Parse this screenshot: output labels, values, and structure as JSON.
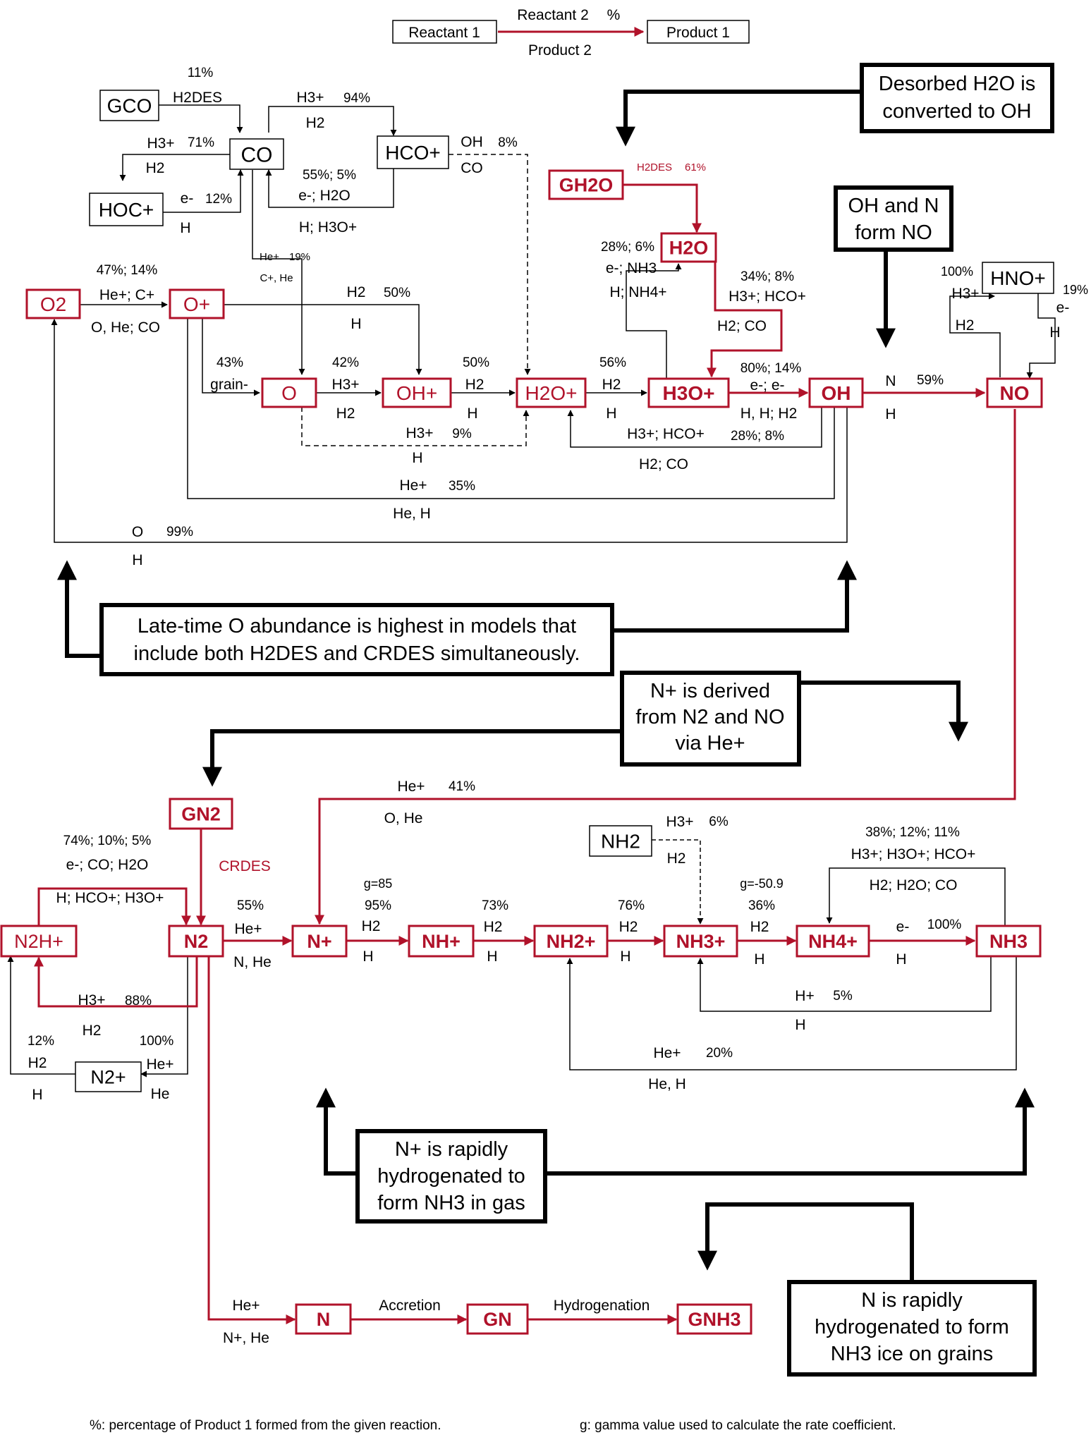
{
  "colors": {
    "red": "#b0122a",
    "black": "#000000",
    "white": "#ffffff"
  },
  "legend": {
    "reactant1": "Reactant 1",
    "reactant2": "Reactant 2",
    "percent": "%",
    "product1": "Product 1",
    "product2": "Product 2"
  },
  "species": {
    "GCO": "GCO",
    "CO": "CO",
    "HCO+": "HCO+",
    "HOC+": "HOC+",
    "O2": "O2",
    "O+": "O+",
    "O": "O",
    "OH+": "OH+",
    "H2O+": "H2O+",
    "H3O+": "H3O+",
    "OH": "OH",
    "NO": "NO",
    "HNO+": "HNO+",
    "GH2O": "GH2O",
    "H2O": "H2O",
    "GN2": "GN2",
    "N2H+": "N2H+",
    "N2": "N2",
    "N2+": "N2+",
    "N+": "N+",
    "NH+": "NH+",
    "NH2+": "NH2+",
    "NH3+": "NH3+",
    "NH4+": "NH4+",
    "NH3": "NH3",
    "NH2": "NH2",
    "N": "N",
    "GN": "GN",
    "GNH3": "GNH3"
  },
  "labels": {
    "gco_pct": "11%",
    "gco_r": "H2DES",
    "co_hco_r": "H3+",
    "co_hco_pct": "94%",
    "co_hco_p": "H2",
    "co_hoc_r": "H3+",
    "co_hoc_pct": "71%",
    "co_hoc_p": "H2",
    "hoc_co_r": "e-",
    "hoc_co_pct": "12%",
    "hoc_co_p": "H",
    "hco_co_pct": "55%; 5%",
    "hco_co_r": "e-; H2O",
    "hco_co_p": "H; H3O+",
    "hco_h2o_r": "OH",
    "hco_h2o_pct": "8%",
    "hco_h2o_p": "CO",
    "co_o_r": "He+",
    "co_o_pct": "19%",
    "co_o_p": "C+, He",
    "o2_pct": "47%; 14%",
    "o2_r": "He+; C+",
    "o2_p": "O, He; CO",
    "op_ohp_r": "H2",
    "op_ohp_pct": "50%",
    "op_ohp_p": "H",
    "op_o_pct": "43%",
    "op_o_r": "grain-",
    "o_ohp_pct": "42%",
    "o_ohp_r": "H3+",
    "o_ohp_p": "H2",
    "ohp_h2op_pct": "50%",
    "ohp_h2op_r": "H2",
    "ohp_h2op_p": "H",
    "o_h2op_r": "H3+",
    "o_h2op_pct": "9%",
    "o_h2op_p": "H",
    "h2op_h3op_pct": "56%",
    "h2op_h3op_r": "H2",
    "h2op_h3op_p": "H",
    "h3op_oh_pct": "80%; 14%",
    "h3op_oh_r": "e-; e-",
    "h3op_oh_p": "H, H; H2",
    "oh_h2op_r": "H3+; HCO+",
    "oh_h2op_pct": "28%; 8%",
    "oh_h2op_p": "H2; CO",
    "oh_op_r": "He+",
    "oh_op_pct": "35%",
    "oh_op_p": "He, H",
    "oh_o2_r": "O",
    "oh_o2_pct": "99%",
    "oh_o2_p": "H",
    "oh_no_r": "N",
    "oh_no_pct": "59%",
    "oh_no_p": "H",
    "no_hno_pct": "100%",
    "no_hno_r": "H3+",
    "no_hno_p": "H2",
    "hno_no_pct": "19%",
    "hno_no_r": "e-",
    "hno_no_p": "H",
    "gh2o_r": "H2DES",
    "gh2o_pct": "61%",
    "h3op_h2o_pct": "28%; 6%",
    "h3op_h2o_r": "e-; NH3",
    "h3op_h2o_p": "H; NH4+",
    "h2o_h3op_pct": "34%; 8%",
    "h2o_h3op_r": "H3+; HCO+",
    "h2o_h3op_p": "H2; CO",
    "no_np_r": "He+",
    "no_np_pct": "41%",
    "no_np_p": "O, He",
    "gn2_r": "CRDES",
    "n2hp_n2_pct": "74%; 10%; 5%",
    "n2hp_n2_r": "e-; CO; H2O",
    "n2hp_n2_p": "H; HCO+; H3O+",
    "n2_n2hp_r": "H3+",
    "n2_n2hp_pct": "88%",
    "n2_n2hp_p": "H2",
    "n2p_n2hp_pct": "12%",
    "n2p_n2hp_r": "H2",
    "n2p_n2hp_p": "H",
    "n2_n2p_pct": "100%",
    "n2_n2p_r": "He+",
    "n2_n2p_p": "He",
    "n2_np_pct": "55%",
    "n2_np_r": "He+",
    "n2_np_p": "N, He",
    "np_nhp_g": "g=85",
    "np_nhp_pct": "95%",
    "np_nhp_r": "H2",
    "np_nhp_p": "H",
    "nhp_nh2p_pct": "73%",
    "nhp_nh2p_r": "H2",
    "nhp_nh2p_p": "H",
    "nh2p_nh3p_pct": "76%",
    "nh2p_nh3p_r": "H2",
    "nh2p_nh3p_p": "H",
    "nh2_nh3p_r": "H3+",
    "nh2_nh3p_pct": "6%",
    "nh2_nh3p_p": "H2",
    "nh3p_nh4p_g": "g=-50.9",
    "nh3p_nh4p_pct": "36%",
    "nh3p_nh4p_r": "H2",
    "nh3p_nh4p_p": "H",
    "nh4p_nh3_r": "e-",
    "nh4p_nh3_pct": "100%",
    "nh4p_nh3_p": "H",
    "nh3_nh4p_pct": "38%; 12%; 11%",
    "nh3_nh4p_r": "H3+; H3O+; HCO+",
    "nh3_nh4p_p": "H2; H2O; CO",
    "nh3_nh3p_r": "H+",
    "nh3_nh3p_pct": "5%",
    "nh3_nh3p_p": "H",
    "nh3_nh2p_r": "He+",
    "nh3_nh2p_pct": "20%",
    "nh3_nh2p_p": "He, H",
    "n2_n_r": "He+",
    "n2_n_p": "N+, He",
    "n_gn": "Accretion",
    "gn_gnh3": "Hydrogenation"
  },
  "callouts": {
    "desorbed": [
      "Desorbed H2O is",
      "converted to OH"
    ],
    "oh_n": [
      "OH and N",
      "form NO"
    ],
    "late_o": [
      "Late-time O abundance is highest in models that",
      "include both H2DES and CRDES simultaneously."
    ],
    "nplus_derived": [
      "N+ is derived",
      "from N2 and NO",
      "via He+"
    ],
    "nplus_rapid": [
      "N+ is rapidly",
      "hydrogenated to",
      "form NH3 in gas"
    ],
    "n_rapid": [
      "N is rapidly",
      "hydrogenated to form",
      "NH3 ice on grains"
    ]
  },
  "footer": {
    "percent_note": "%: percentage of Product 1 formed from the given reaction.",
    "gamma_note": "g: gamma value used to calculate the rate coefficient."
  }
}
